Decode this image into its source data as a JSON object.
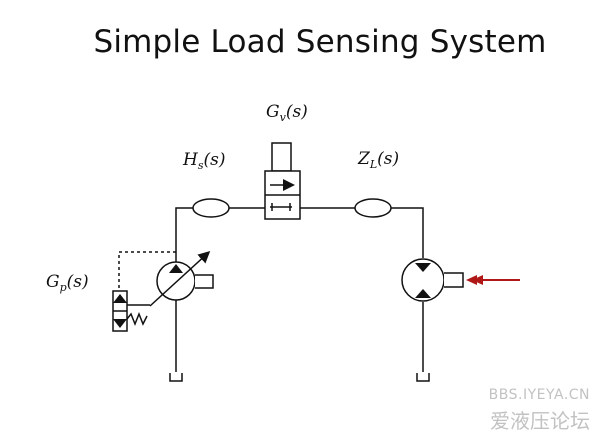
{
  "slide": {
    "title": "Simple Load Sensing System"
  },
  "labels": {
    "gv": {
      "main": "G",
      "sub": "v",
      "arg": "(s)"
    },
    "hs": {
      "main": "H",
      "sub": "s",
      "arg": "(s)"
    },
    "zl": {
      "main": "Z",
      "sub": "L",
      "arg": "(s)"
    },
    "gp": {
      "main": "G",
      "sub": "p",
      "arg": "(s)"
    }
  },
  "watermark": {
    "line1": "BBS.IYEYA.CN",
    "line2": "爱液压论坛"
  },
  "colors": {
    "line": "#111111",
    "load_arrow": "#b01818",
    "watermark": "#c2c2c2"
  }
}
